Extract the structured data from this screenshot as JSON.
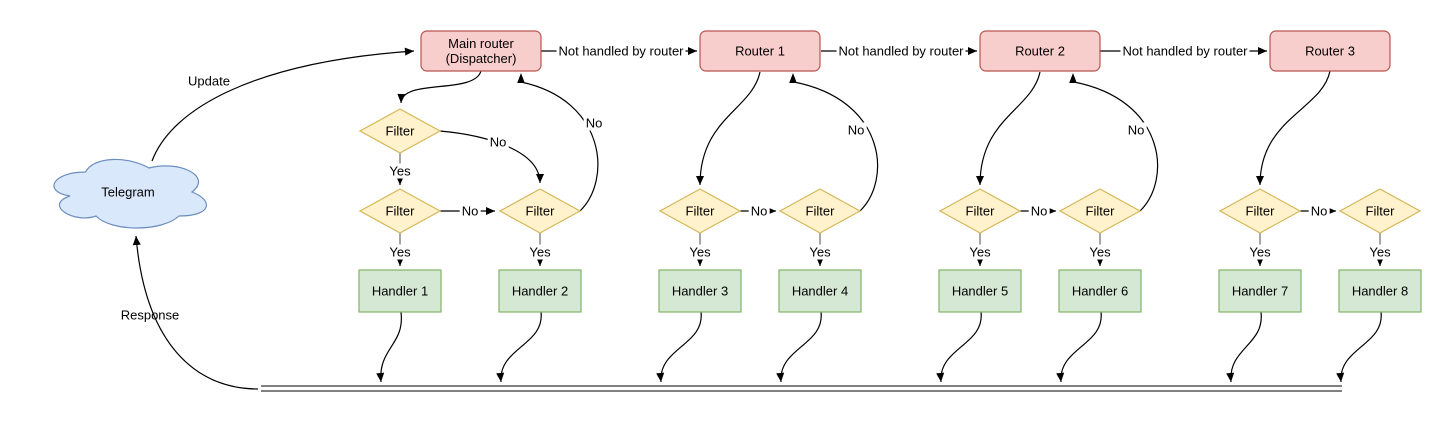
{
  "cloud": {
    "label": "Telegram"
  },
  "edge_labels": {
    "update": "Update",
    "response": "Response"
  },
  "not_handled_labels": [
    "Not handled by router",
    "Not handled by router",
    "Not handled by router"
  ],
  "routers": [
    {
      "lines": [
        "Main router",
        "(Dispatcher)"
      ]
    },
    {
      "lines": [
        "Router 1"
      ]
    },
    {
      "lines": [
        "Router 2"
      ]
    },
    {
      "lines": [
        "Router 3"
      ]
    }
  ],
  "filters": [
    {
      "label": "Filter"
    },
    {
      "label": "Filter"
    },
    {
      "label": "Filter"
    },
    {
      "label": "Filter"
    },
    {
      "label": "Filter"
    },
    {
      "label": "Filter"
    },
    {
      "label": "Filter"
    },
    {
      "label": "Filter"
    },
    {
      "label": "Filter"
    }
  ],
  "handlers": [
    {
      "label": "Handler 1"
    },
    {
      "label": "Handler 2"
    },
    {
      "label": "Handler 3"
    },
    {
      "label": "Handler 4"
    },
    {
      "label": "Handler 5"
    },
    {
      "label": "Handler 6"
    },
    {
      "label": "Handler 7"
    },
    {
      "label": "Handler 8"
    }
  ],
  "yes_labels": [
    "Yes",
    "Yes",
    "Yes",
    "Yes",
    "Yes",
    "Yes",
    "Yes",
    "Yes",
    "Yes"
  ],
  "no_labels": [
    "No",
    "No",
    "No",
    "No",
    "No",
    "No",
    "No",
    "No"
  ],
  "colors": {
    "router_fill": "#f8cecc",
    "router_stroke": "#b85450",
    "filter_fill": "#fff2cc",
    "filter_stroke": "#d6b656",
    "handler_fill": "#d5e8d4",
    "handler_stroke": "#82b366",
    "cloud_fill": "#dae8fc",
    "cloud_stroke": "#6c8ebf",
    "connector": "#000000",
    "connector_muted": "#8f8f8f",
    "background": "#ffffff"
  }
}
